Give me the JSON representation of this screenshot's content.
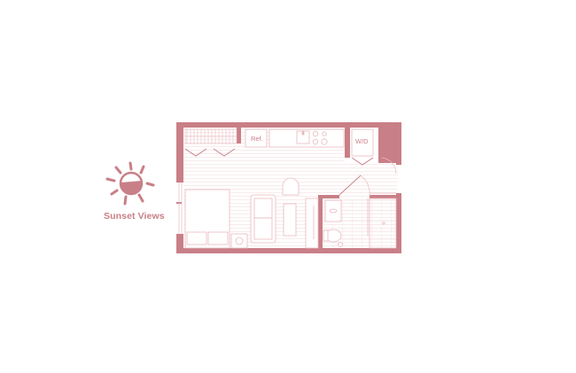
{
  "compass": {
    "icon": "sun-icon",
    "label": "Sunset Views"
  },
  "floor_plan": {
    "wall_color": "#c97f87",
    "line_color": "#e8b9be",
    "labels": {
      "refrigerator": "Ref.",
      "washer_dryer": "W/D"
    }
  }
}
